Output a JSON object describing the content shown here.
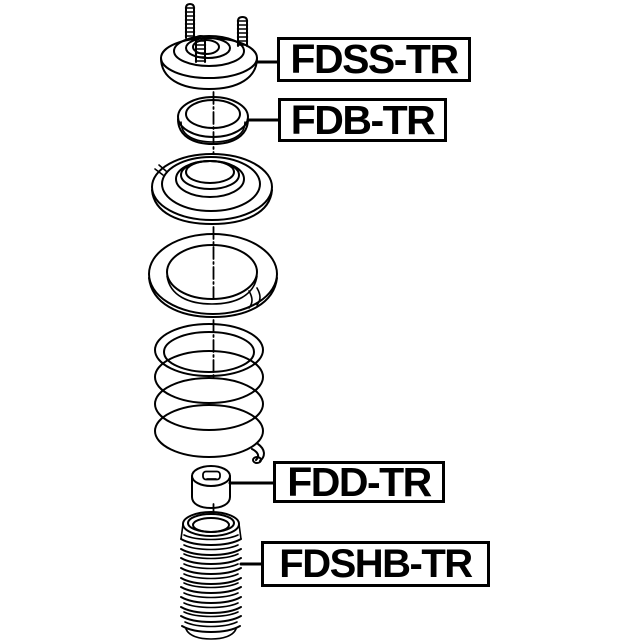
{
  "colors": {
    "background": "#ffffff",
    "line": "#000000",
    "label_text": "#000000",
    "label_border": "#000000"
  },
  "labels": {
    "fdss": {
      "text": "FDSS-TR"
    },
    "fdb": {
      "text": "FDB-TR"
    },
    "fdd": {
      "text": "FDD-TR"
    },
    "fdshb": {
      "text": "FDSHB-TR"
    }
  }
}
